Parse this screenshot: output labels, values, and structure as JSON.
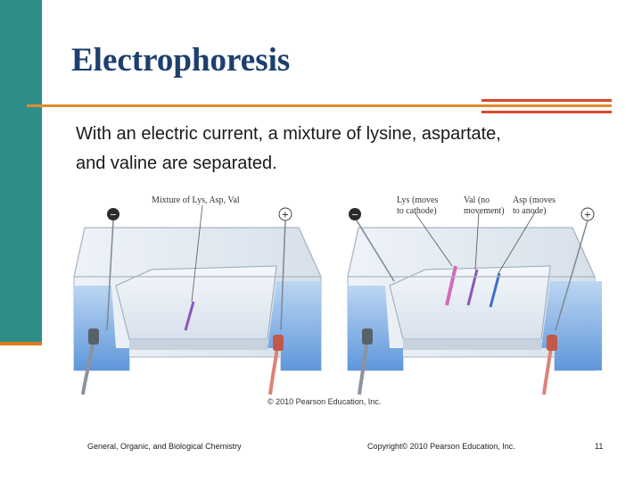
{
  "slide": {
    "title": "Electrophoresis",
    "body_line1": "With an electric current, a mixture of lysine, aspartate,",
    "body_line2": "and valine are separated.",
    "figure": {
      "left_label": "Mixture of Lys, Asp, Val",
      "lys_line1": "Lys (moves",
      "lys_line2": "to cathode)",
      "val_line1": "Val (no",
      "val_line2": "movement)",
      "asp_line1": "Asp (moves",
      "asp_line2": "to anode)",
      "minus_sign": "−",
      "plus_sign": "+",
      "copyright": "© 2010 Pearson Education, Inc."
    },
    "footer": {
      "left": "General, Organic, and Biological Chemistry",
      "middle": "Copyright© 2010 Pearson Education, Inc.",
      "page_number": "11"
    }
  },
  "colors": {
    "sidebar": "#2f8f88",
    "accent_orange": "#e38a2d",
    "accent_red": "#d64b2a",
    "title": "#1c3f6e",
    "lys_band": "#d46ab7",
    "val_band": "#8a58b8",
    "asp_band": "#3f6fc6"
  }
}
